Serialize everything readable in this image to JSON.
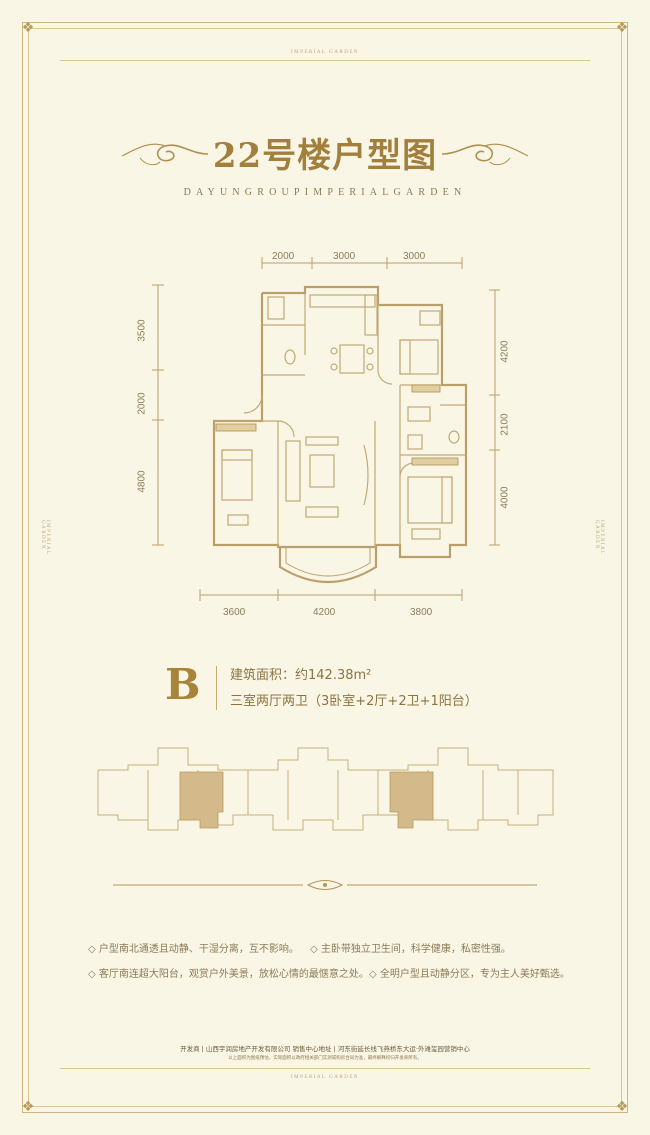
{
  "frame": {
    "edge_text": "IMPERIAL GARDEN"
  },
  "header": {
    "title": "22号楼户型图",
    "subtitle": "DAYUNGROUPIMPERIALGARDEN"
  },
  "dimensions": {
    "top": [
      "2000",
      "3000",
      "3000"
    ],
    "bottom": [
      "3600",
      "4200",
      "3800"
    ],
    "left": [
      "3500",
      "2000",
      "4800"
    ],
    "right": [
      "4200",
      "2100",
      "4000"
    ]
  },
  "unit": {
    "letter": "B",
    "area": "建筑面积：约142.38m²",
    "layout": "三室两厅两卫（3卧室+2厅+2卫+1阳台）"
  },
  "features": [
    "◇ 户型南北通透且动静、干湿分离，互不影响。",
    "◇ 主卧带独立卫生间，科学健康，私密性强。",
    "◇ 客厅南连超大阳台，观赏户外美景，放松心情的最惬意之处。",
    "◇ 全明户型且动静分区，专为主人美好甄选。"
  ],
  "footer": {
    "main": "开发商 | 山西宇润房地产开发有限公司   销售中心地址 | 河东街延长线飞燕桥东大运·外滩玺园营销中心",
    "note": "以上面积为图纸预估，实际面积以政府相关部门实测或购房合同为准，最终解释权归开发商所有。"
  },
  "colors": {
    "background": "#faf6e6",
    "gold": "#a6894a",
    "highlight": "#d4b98a"
  }
}
